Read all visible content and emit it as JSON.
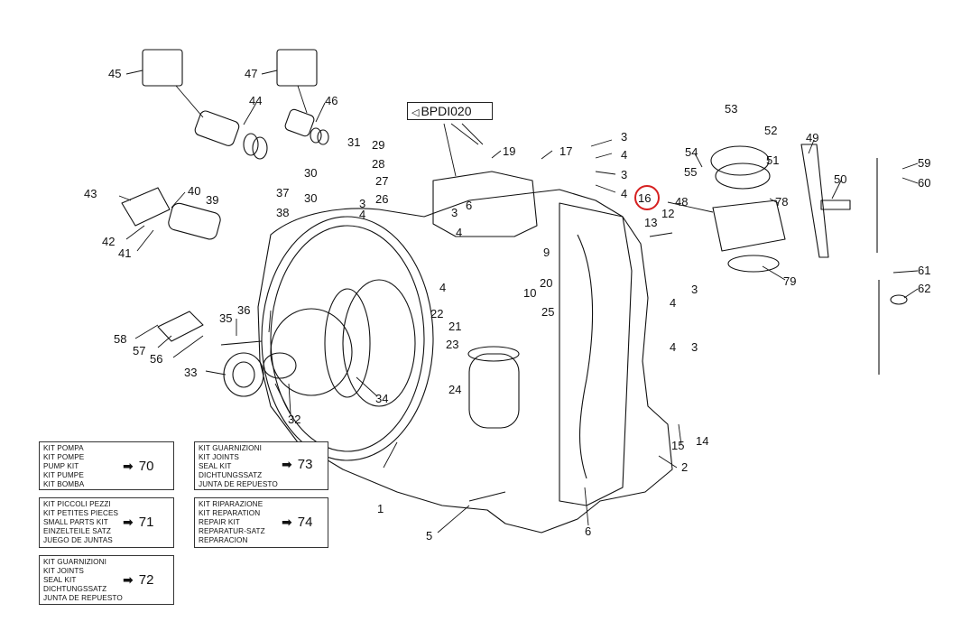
{
  "diagram": {
    "callout_ref": "BPDI020",
    "highlighted_part": "16",
    "highlight_color": "#d62020",
    "parts": [
      "1",
      "2",
      "3",
      "4",
      "5",
      "6",
      "9",
      "10",
      "12",
      "13",
      "14",
      "15",
      "16",
      "17",
      "19",
      "20",
      "21",
      "22",
      "23",
      "24",
      "25",
      "26",
      "27",
      "28",
      "29",
      "30",
      "31",
      "32",
      "33",
      "34",
      "35",
      "36",
      "37",
      "38",
      "39",
      "40",
      "41",
      "42",
      "43",
      "44",
      "45",
      "46",
      "47",
      "48",
      "49",
      "50",
      "51",
      "52",
      "53",
      "54",
      "55",
      "56",
      "57",
      "58",
      "59",
      "60",
      "61",
      "62",
      "78",
      "79"
    ]
  },
  "kits": [
    {
      "lines": [
        "KIT POMPA",
        "KIT POMPE",
        "PUMP KIT",
        "KIT PUMPE",
        "KIT BOMBA"
      ],
      "number": "70"
    },
    {
      "lines": [
        "KIT GUARNIZIONI",
        "KIT JOINTS",
        "SEAL KIT",
        "DICHTUNGSSATZ",
        "JUNTA DE REPUESTO"
      ],
      "number": "73"
    },
    {
      "lines": [
        "KIT PICCOLI PEZZI",
        "KIT PETITES PIECES",
        "SMALL PARTS KIT",
        "EINZELTEILE SATZ",
        "JUEGO DE JUNTAS"
      ],
      "number": "71"
    },
    {
      "lines": [
        "KIT RIPARAZIONE",
        "KIT REPARATION",
        "REPAIR KIT",
        "REPARATUR-SATZ",
        "REPARACION"
      ],
      "number": "74"
    },
    {
      "lines": [
        "KIT GUARNIZIONI",
        "KIT JOINTS",
        "SEAL KIT",
        "DICHTUNGSSATZ",
        "JUNTA DE REPUESTO"
      ],
      "number": "72"
    }
  ]
}
